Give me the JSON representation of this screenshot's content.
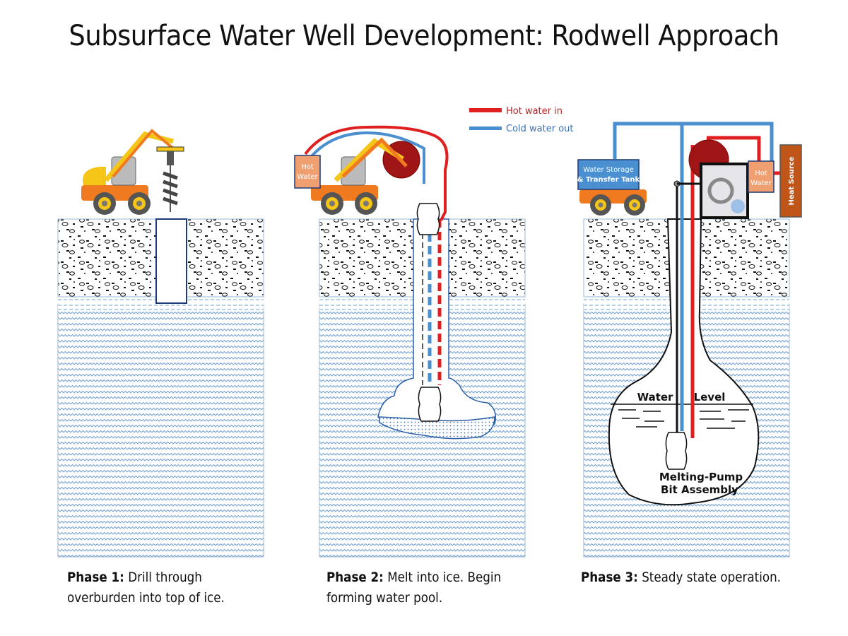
{
  "title": "Subsurface Water Well Development: Rodwell Approach",
  "legend": [
    {
      "label": "Hot water in",
      "color": "#e02020"
    },
    {
      "label": "Cold water out",
      "color": "#4a8fd0"
    }
  ],
  "colors": {
    "hot": "#e02020",
    "cold": "#4a8fd0",
    "ice": "#8fb8dd",
    "overburden": "#ffffff",
    "reel": "#a01515",
    "tank": "#4a8fd0",
    "hot_water_box": "#f0a070",
    "heat_source": "#c0551a"
  },
  "phase2": {
    "hot_water_label": [
      "Hot",
      "Water"
    ]
  },
  "phase3": {
    "tank_label": [
      "Water Storage",
      "& Transfer Tank"
    ],
    "hot_water_label": [
      "Hot",
      "Water"
    ],
    "heat_source_label": "Heat Source",
    "water_level_left": "Water",
    "water_level_right": "Level",
    "bit_label": [
      "Melting-Pump",
      "Bit Assembly"
    ]
  },
  "captions": [
    {
      "bold": "Phase 1:",
      "line1": " Drill through",
      "line2": "overburden into top of ice."
    },
    {
      "bold": "Phase 2:",
      "line1": " Melt into ice.  Begin",
      "line2": "forming water pool."
    },
    {
      "bold": "Phase 3:",
      "line1": " Steady state operation.",
      "line2": ""
    }
  ]
}
